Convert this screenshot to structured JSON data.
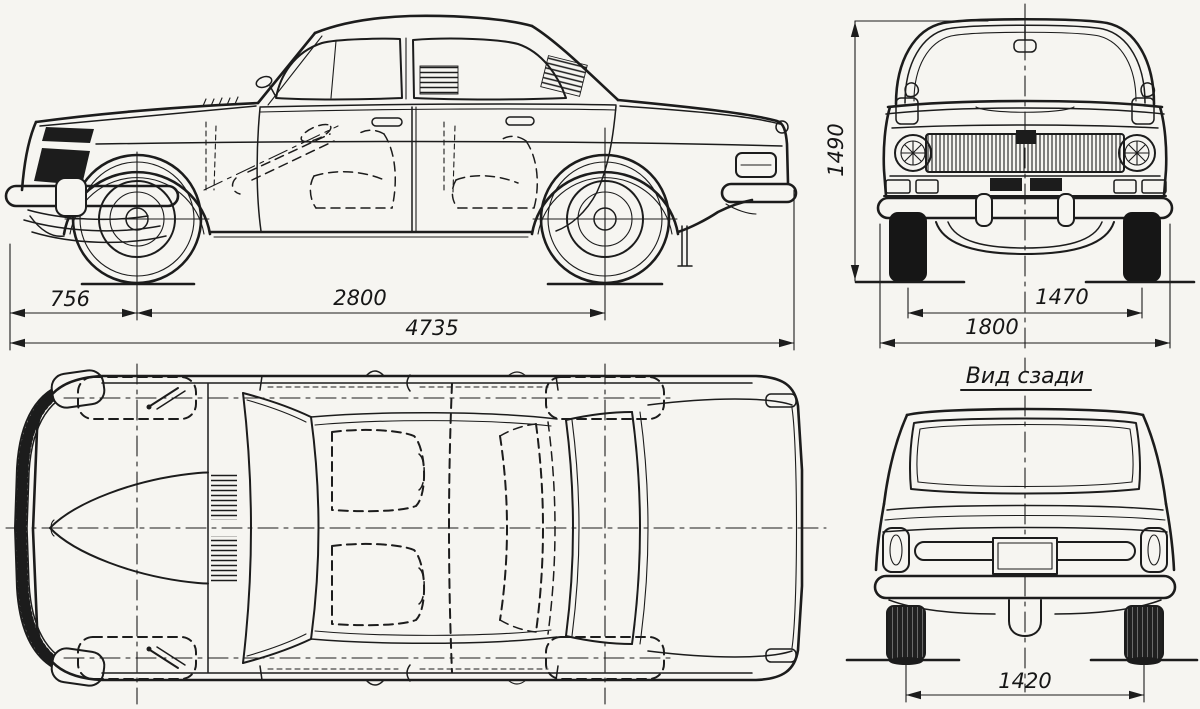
{
  "colors": {
    "paper": "#f6f5f1",
    "ink": "#1c1c1c"
  },
  "views": {
    "side": {
      "dimensions": {
        "front_overhang": "756",
        "wheelbase": "2800",
        "overall_length": "4735"
      }
    },
    "front": {
      "dimensions": {
        "overall_height": "1490",
        "front_track": "1470",
        "overall_width": "1800"
      }
    },
    "top": {},
    "rear": {
      "caption": "Вид сзади",
      "dimensions": {
        "rear_track": "1420"
      }
    }
  }
}
